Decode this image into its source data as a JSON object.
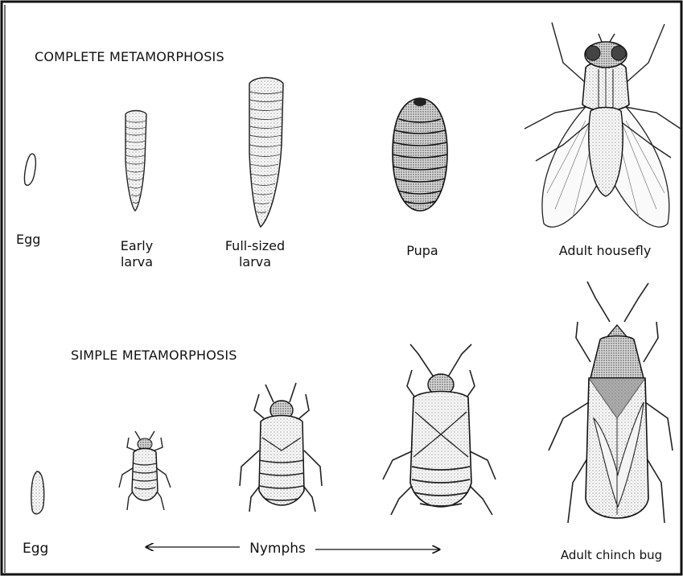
{
  "complete": {
    "heading": "COMPLETE METAMORPHOSIS",
    "stages": [
      {
        "line1": "Egg",
        "line2": ""
      },
      {
        "line1": "Early",
        "line2": "larva"
      },
      {
        "line1": "Full-sized",
        "line2": "larva"
      },
      {
        "line1": "Pupa",
        "line2": ""
      },
      {
        "line1": "Adult housefly",
        "line2": ""
      }
    ]
  },
  "simple": {
    "heading": "SIMPLE METAMORPHOSIS",
    "egg_label": "Egg",
    "nymphs_label": "Nymphs",
    "adult_label": "Adult chinch bug"
  }
}
